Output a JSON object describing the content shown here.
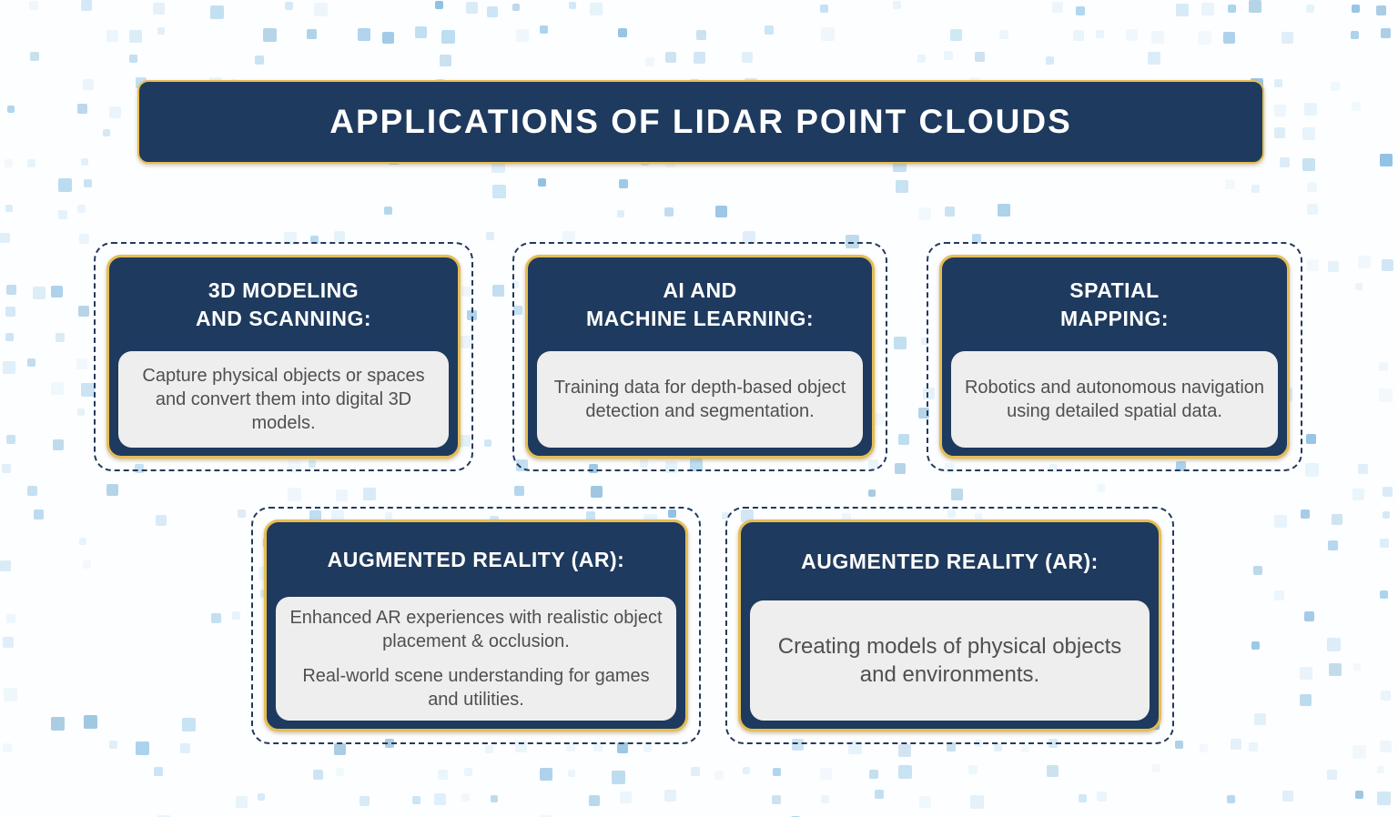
{
  "title": "APPLICATIONS OF LIDAR POINT CLOUDS",
  "cards": [
    {
      "heading_lines": [
        "3D MODELING",
        "AND SCANNING:"
      ],
      "body": [
        "Capture physical objects or spaces and convert them into digital 3D models."
      ]
    },
    {
      "heading_lines": [
        "AI AND",
        "MACHINE LEARNING:"
      ],
      "body": [
        "Training data for depth-based object detection and segmentation."
      ]
    },
    {
      "heading_lines": [
        "SPATIAL",
        "MAPPING:"
      ],
      "body": [
        "Robotics and autonomous navigation using detailed spatial data."
      ]
    },
    {
      "heading_lines": [
        "AUGMENTED REALITY (AR):"
      ],
      "body": [
        "Enhanced AR experiences with realistic object placement & occlusion.",
        "Real-world scene understanding for games and utilities."
      ]
    },
    {
      "heading_lines": [
        "AUGMENTED REALITY (AR):"
      ],
      "body": [
        "Creating models of physical objects and environments."
      ]
    }
  ],
  "colors": {
    "navy": "#1e3a5e",
    "gold": "#e5bd55",
    "card_body_bg": "#eeeeee",
    "body_text": "#4f4f4f",
    "dashed_border": "#24395d",
    "title_text": "#ffffff",
    "pattern_palette": [
      "#e7f3fb",
      "#d7eaf7",
      "#c3e0f3",
      "#abd3ed",
      "#9dc6e0",
      "#8fc1e3"
    ]
  }
}
